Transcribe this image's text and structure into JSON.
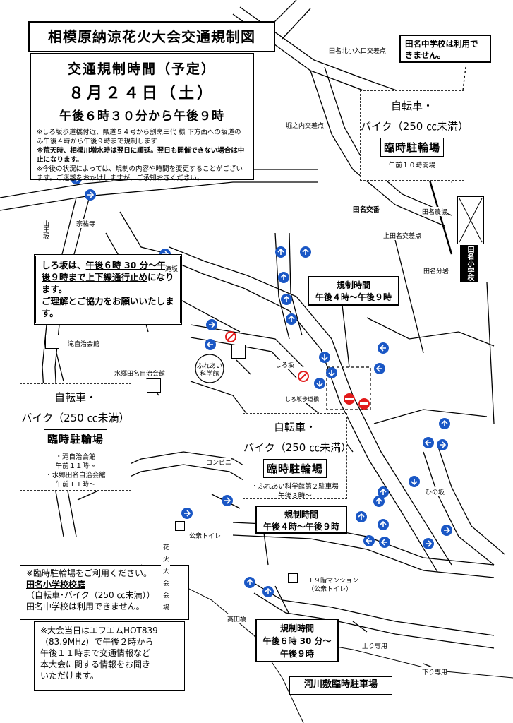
{
  "title": "相模原納涼花火大会交通規制図",
  "time_box": {
    "heading": "交通規制時間（予定）",
    "date": "８月２４日（土）",
    "time": "午後６時３０分から午後９時",
    "note1": "※しろ坂歩道橋付近、県道５４号から割烹三代 様 下方面への坂道のみ午後４時から午後９時まで規制します",
    "note2": "※荒天時、相模川増水時は翌日に順延。翌日も開催できない場合は中止になります。",
    "note3": "※今後の状況によっては、規制の内容や時間を変更することがございます。ご迷惑をおかけしますが、ご承知おきください。"
  },
  "top_note": "田名中学校は利用できません。",
  "bike_parking_right_top": {
    "line1": "自転車・",
    "line2": "バイク（250 ㏄未満）",
    "line3": "臨時駐輪場",
    "line4": "午前１０時開場"
  },
  "bike_parking_left": {
    "line1": "自転車・",
    "line2": "バイク（250 ㏄未満）",
    "line3": "臨時駐輪場",
    "detail1": "・滝自治会館",
    "detail2": "午前１１時～",
    "detail3": "・水郷田名自治会館",
    "detail4": "午前１１時～"
  },
  "bike_parking_center": {
    "line1": "自転車・",
    "line2": "バイク（250 ㏄未満）",
    "line3": "臨時駐輪場",
    "detail1": "・ふれあい科学館第２駐車場",
    "detail2": "午後３時～"
  },
  "shirozaka_notice": {
    "part1": "しろ坂は、",
    "part2": "午後６時 30 分～午後９時まで上下線通行止め",
    "part3": "になります。",
    "part4": "ご理解とご協力をお願いいたします。"
  },
  "regulation_1": {
    "label": "規制時間",
    "time": "午後４時～午後９時"
  },
  "regulation_2": {
    "label": "規制時間",
    "time": "午後４時～午後９時"
  },
  "regulation_3": {
    "label": "規制時間",
    "time1": "午後６時 30 分～",
    "time2": "午後９時"
  },
  "info_box_1": {
    "line1": "※臨時駐輪場をご利用ください。",
    "line2": "田名小学校校庭",
    "line3": "（自転車･バイク（250 ㏄未満））",
    "line4": "田名中学校は利用できません。"
  },
  "info_box_2": {
    "line1": "※大会当日はエフエムHOT839",
    "line2": "（83.9MHz）で午後２時から",
    "line3": "午後１１時まで交通情報など",
    "line4": "本大会に関する情報をお聞き",
    "line5": "いただけます。"
  },
  "river_parking": "河川敷臨時駐車場",
  "place_labels": {
    "tana_kita": "田名北小入口交差点",
    "horinouchi": "堀之内交差点",
    "tana_koban": "田名交番",
    "tana_ban_sho": "田名農協",
    "kami_tana": "上田名交差点",
    "tana_bunko": "田名分署",
    "school": "田名小学校",
    "sanno_zaka": "山王坂",
    "soyu_ji": "宗祐寺",
    "takizaka": "滝坂",
    "taki_jichikai": "滝自治会館",
    "suigo_jichikai": "水郷田名自治会館",
    "fureai": "ふれあい科学館",
    "shirozaka": "しろ坂",
    "shirozaka_bridge": "しろ坂歩道橋",
    "hinosaka": "ひの坂",
    "conbini": "コンビニ",
    "toilet": "公衆トイレ",
    "hanabi_kaijo": "花火大会会場",
    "mansion": "１９階マンション（公衆トイレ）",
    "takadabashi": "高田橋",
    "nobori": "上り専用",
    "kudari": "下り専用"
  },
  "colors": {
    "sign_blue": "#1a57c5",
    "no_entry_red": "#e21b1b",
    "road": "#000000"
  }
}
